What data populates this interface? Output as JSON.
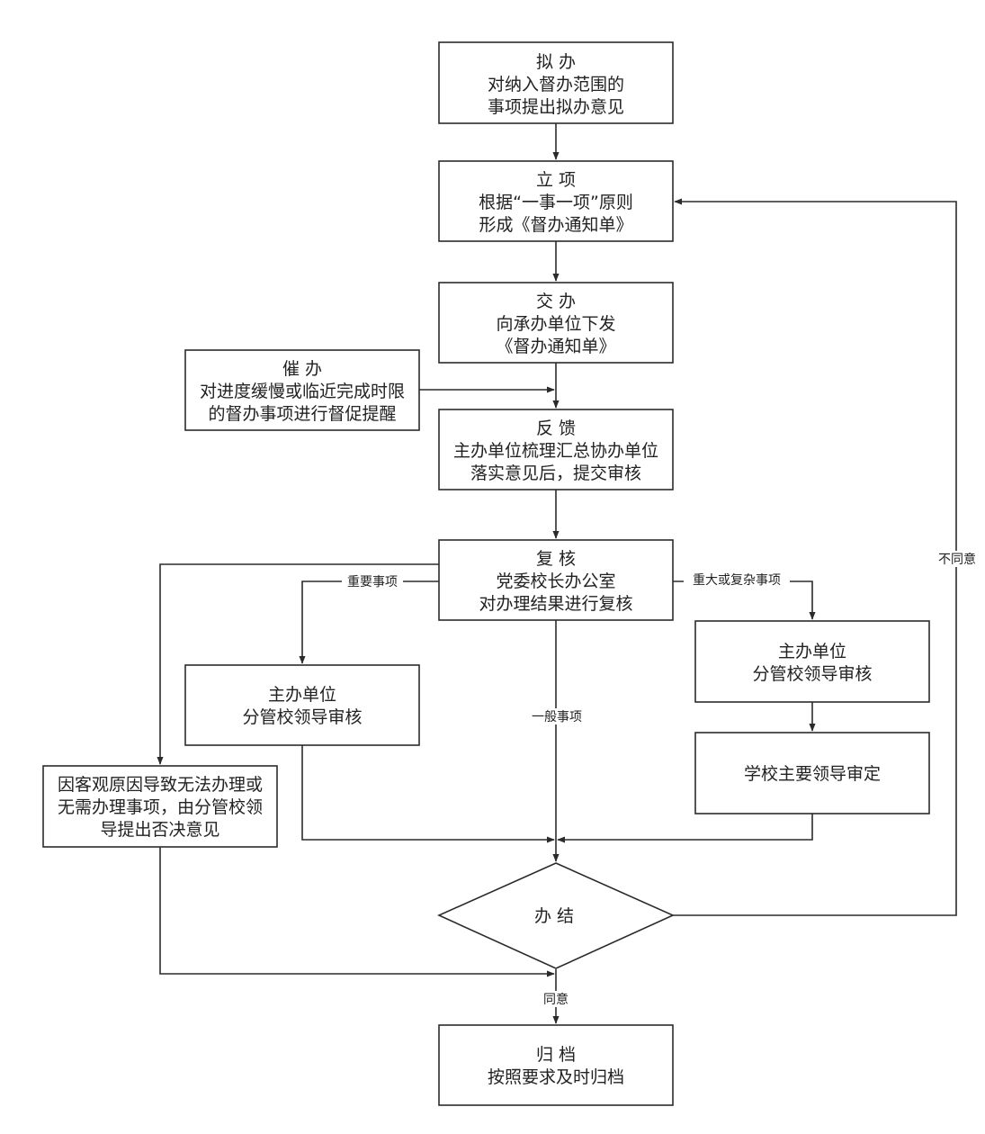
{
  "nodes": {
    "nibai": {
      "lines": [
        "拟 办",
        "对纳入督办范围的",
        "事项提出拟办意见"
      ]
    },
    "lixiang": {
      "lines": [
        "立 项",
        "根据“一事一项”原则",
        "形成《督办通知单》"
      ]
    },
    "jiaoban": {
      "lines": [
        "交 办",
        "向承办单位下发",
        "《督办通知单》"
      ]
    },
    "cuiban": {
      "lines": [
        "催 办",
        "对进度缓慢或临近完成时限",
        "的督办事项进行督促提醒"
      ]
    },
    "fankui": {
      "lines": [
        "反 馈",
        "主办单位梳理汇总协办单位",
        "落实意见后，提交审核"
      ]
    },
    "fuhe": {
      "lines": [
        "复 核",
        "党委校长办公室",
        "对办理结果进行复核"
      ]
    },
    "leader_left": {
      "lines": [
        "主办单位",
        "分管校领导审核"
      ]
    },
    "leader_right": {
      "lines": [
        "主办单位",
        "分管校领导审核"
      ]
    },
    "school_leader": {
      "lines": [
        "学校主要领导审定"
      ]
    },
    "reject": {
      "lines": [
        "因客观原因导致无法办理或",
        "无需办理事项，由分管校领",
        "导提出否决意见"
      ]
    },
    "banjie": {
      "lines": [
        "办 结"
      ]
    },
    "guidang": {
      "lines": [
        "归 档",
        "按照要求及时归档"
      ]
    }
  },
  "edge_labels": {
    "important": "重要事项",
    "major": "重大或复杂事项",
    "general": "一般事项",
    "disagree": "不同意",
    "agree": "同意"
  }
}
